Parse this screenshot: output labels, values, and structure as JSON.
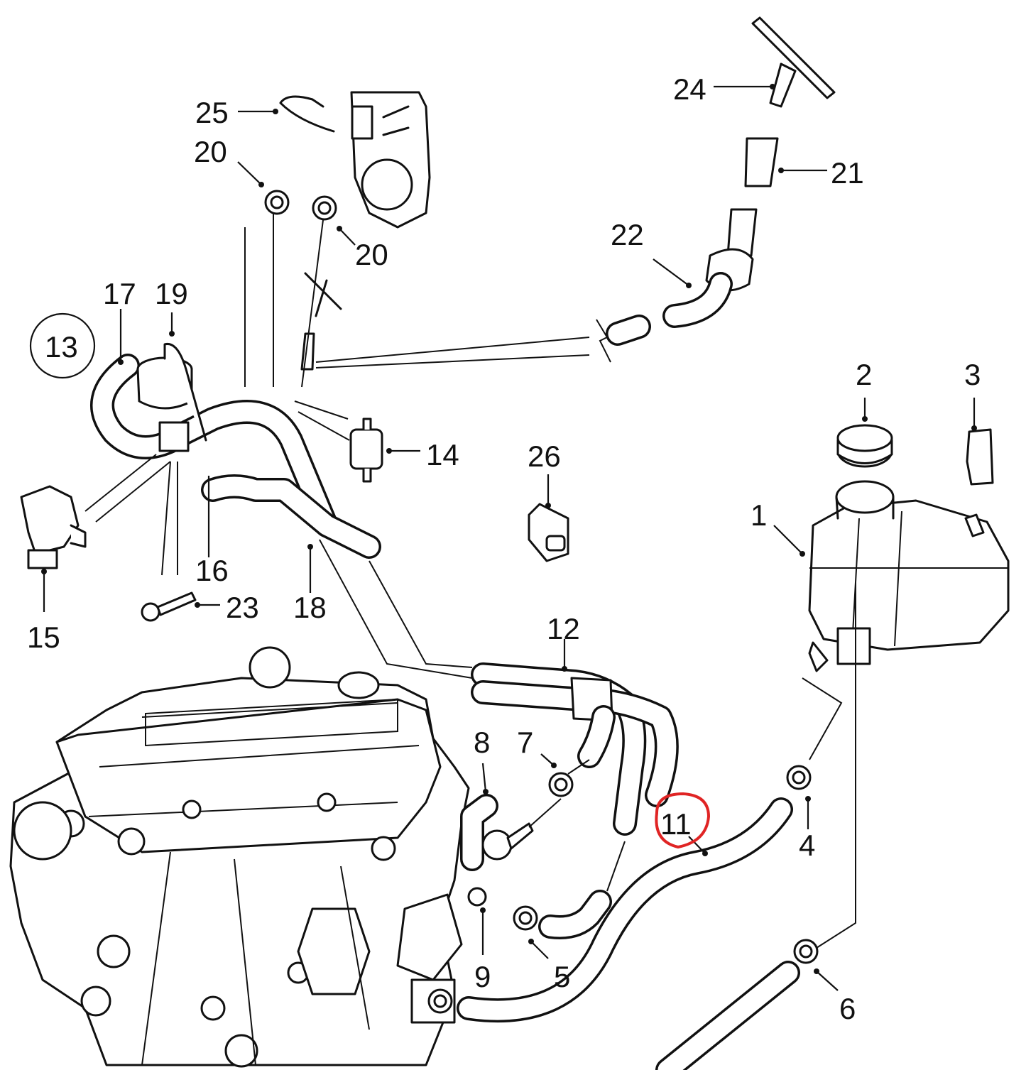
{
  "labels": {
    "p1": "1",
    "p2": "2",
    "p3": "3",
    "p4": "4",
    "p5": "5",
    "p6": "6",
    "p7": "7",
    "p8": "8",
    "p9": "9",
    "p11": "11",
    "p12": "12",
    "p13": "13",
    "p14": "14",
    "p15": "15",
    "p16": "16",
    "p17": "17",
    "p18": "18",
    "p19": "19",
    "p20a": "20",
    "p20b": "20",
    "p21": "21",
    "p22": "22",
    "p23": "23",
    "p24": "24",
    "p25": "25",
    "p26": "26"
  },
  "colors": {
    "ink": "#111111",
    "highlight": "#e02424",
    "background": "#ffffff"
  }
}
